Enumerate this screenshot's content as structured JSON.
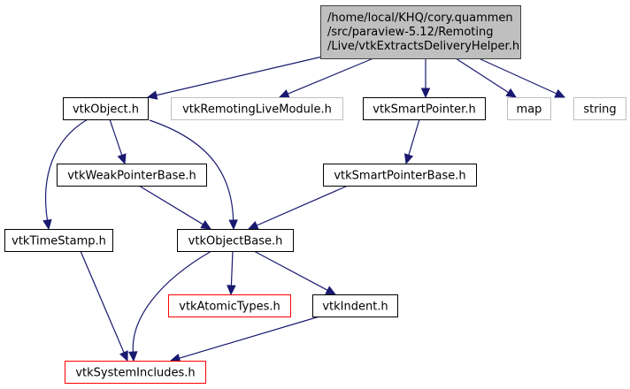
{
  "diagram": {
    "type": "include-dependency-graph",
    "colors": {
      "edge": "#191970",
      "root_fill": "#bfbfbf",
      "root_border": "#404040",
      "documented_border": "#000000",
      "external_border": "#bfbfbf",
      "truncated_border": "#ff0000",
      "fill": "#ffffff"
    },
    "nodes": [
      {
        "id": "root",
        "lines": [
          "/home/local/KHQ/cory.quammen",
          "/src/paraview-5.12/Remoting",
          "/Live/vtkExtractsDeliveryHelper.h"
        ],
        "style": "root"
      },
      {
        "id": "vtkObject",
        "lines": [
          "vtkObject.h"
        ],
        "style": "documented"
      },
      {
        "id": "vtkRemotingLiveModule",
        "lines": [
          "vtkRemotingLiveModule.h"
        ],
        "style": "external"
      },
      {
        "id": "vtkSmartPointer",
        "lines": [
          "vtkSmartPointer.h"
        ],
        "style": "documented"
      },
      {
        "id": "map",
        "lines": [
          "map"
        ],
        "style": "external"
      },
      {
        "id": "string",
        "lines": [
          "string"
        ],
        "style": "external"
      },
      {
        "id": "vtkWeakPointerBase",
        "lines": [
          "vtkWeakPointerBase.h"
        ],
        "style": "documented"
      },
      {
        "id": "vtkSmartPointerBase",
        "lines": [
          "vtkSmartPointerBase.h"
        ],
        "style": "documented"
      },
      {
        "id": "vtkTimeStamp",
        "lines": [
          "vtkTimeStamp.h"
        ],
        "style": "documented"
      },
      {
        "id": "vtkObjectBase",
        "lines": [
          "vtkObjectBase.h"
        ],
        "style": "documented"
      },
      {
        "id": "vtkAtomicTypes",
        "lines": [
          "vtkAtomicTypes.h"
        ],
        "style": "truncated"
      },
      {
        "id": "vtkIndent",
        "lines": [
          "vtkIndent.h"
        ],
        "style": "documented"
      },
      {
        "id": "vtkSystemIncludes",
        "lines": [
          "vtkSystemIncludes.h"
        ],
        "style": "truncated"
      }
    ],
    "edges": [
      {
        "from": "root",
        "to": "vtkObject"
      },
      {
        "from": "root",
        "to": "vtkRemotingLiveModule"
      },
      {
        "from": "root",
        "to": "vtkSmartPointer"
      },
      {
        "from": "root",
        "to": "map"
      },
      {
        "from": "root",
        "to": "string"
      },
      {
        "from": "vtkObject",
        "to": "vtkWeakPointerBase"
      },
      {
        "from": "vtkObject",
        "to": "vtkTimeStamp"
      },
      {
        "from": "vtkObject",
        "to": "vtkObjectBase"
      },
      {
        "from": "vtkSmartPointer",
        "to": "vtkSmartPointerBase"
      },
      {
        "from": "vtkWeakPointerBase",
        "to": "vtkObjectBase"
      },
      {
        "from": "vtkSmartPointerBase",
        "to": "vtkObjectBase"
      },
      {
        "from": "vtkTimeStamp",
        "to": "vtkSystemIncludes"
      },
      {
        "from": "vtkObjectBase",
        "to": "vtkSystemIncludes"
      },
      {
        "from": "vtkObjectBase",
        "to": "vtkAtomicTypes"
      },
      {
        "from": "vtkObjectBase",
        "to": "vtkIndent"
      },
      {
        "from": "vtkIndent",
        "to": "vtkSystemIncludes"
      }
    ]
  }
}
